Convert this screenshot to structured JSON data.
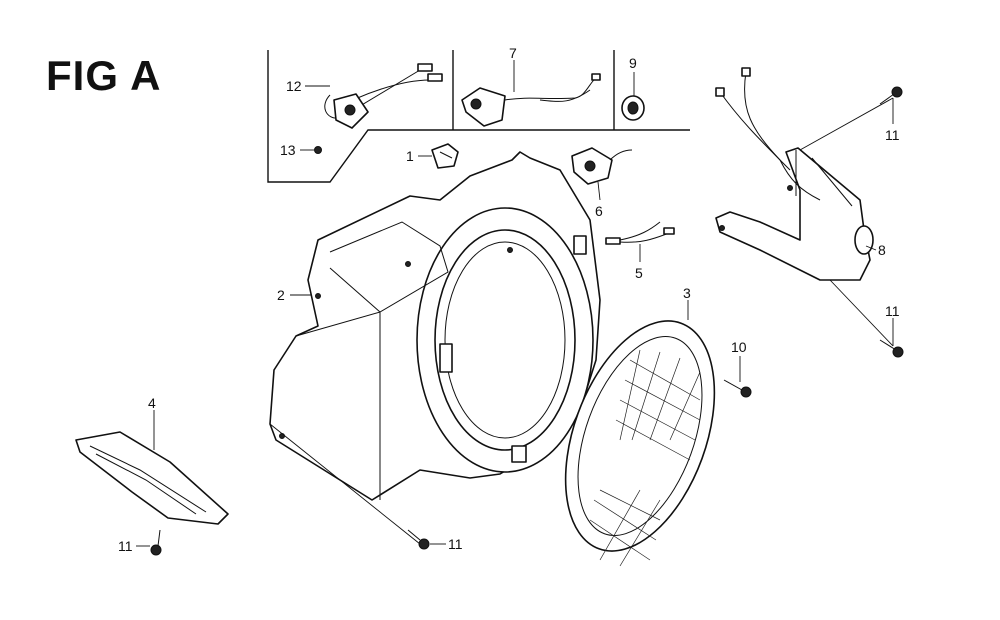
{
  "figure": {
    "title": "FIG A"
  },
  "callouts": [
    {
      "id": "c1",
      "text": "1"
    },
    {
      "id": "c2",
      "text": "2"
    },
    {
      "id": "c3",
      "text": "3"
    },
    {
      "id": "c4",
      "text": "4"
    },
    {
      "id": "c5",
      "text": "5"
    },
    {
      "id": "c6",
      "text": "6"
    },
    {
      "id": "c7",
      "text": "7"
    },
    {
      "id": "c8",
      "text": "8"
    },
    {
      "id": "c9",
      "text": "9"
    },
    {
      "id": "c10",
      "text": "10"
    },
    {
      "id": "c11a",
      "text": "11"
    },
    {
      "id": "c11b",
      "text": "11"
    },
    {
      "id": "c11c",
      "text": "11"
    },
    {
      "id": "c11d",
      "text": "11"
    },
    {
      "id": "c12",
      "text": "12"
    },
    {
      "id": "c13",
      "text": "13"
    }
  ]
}
